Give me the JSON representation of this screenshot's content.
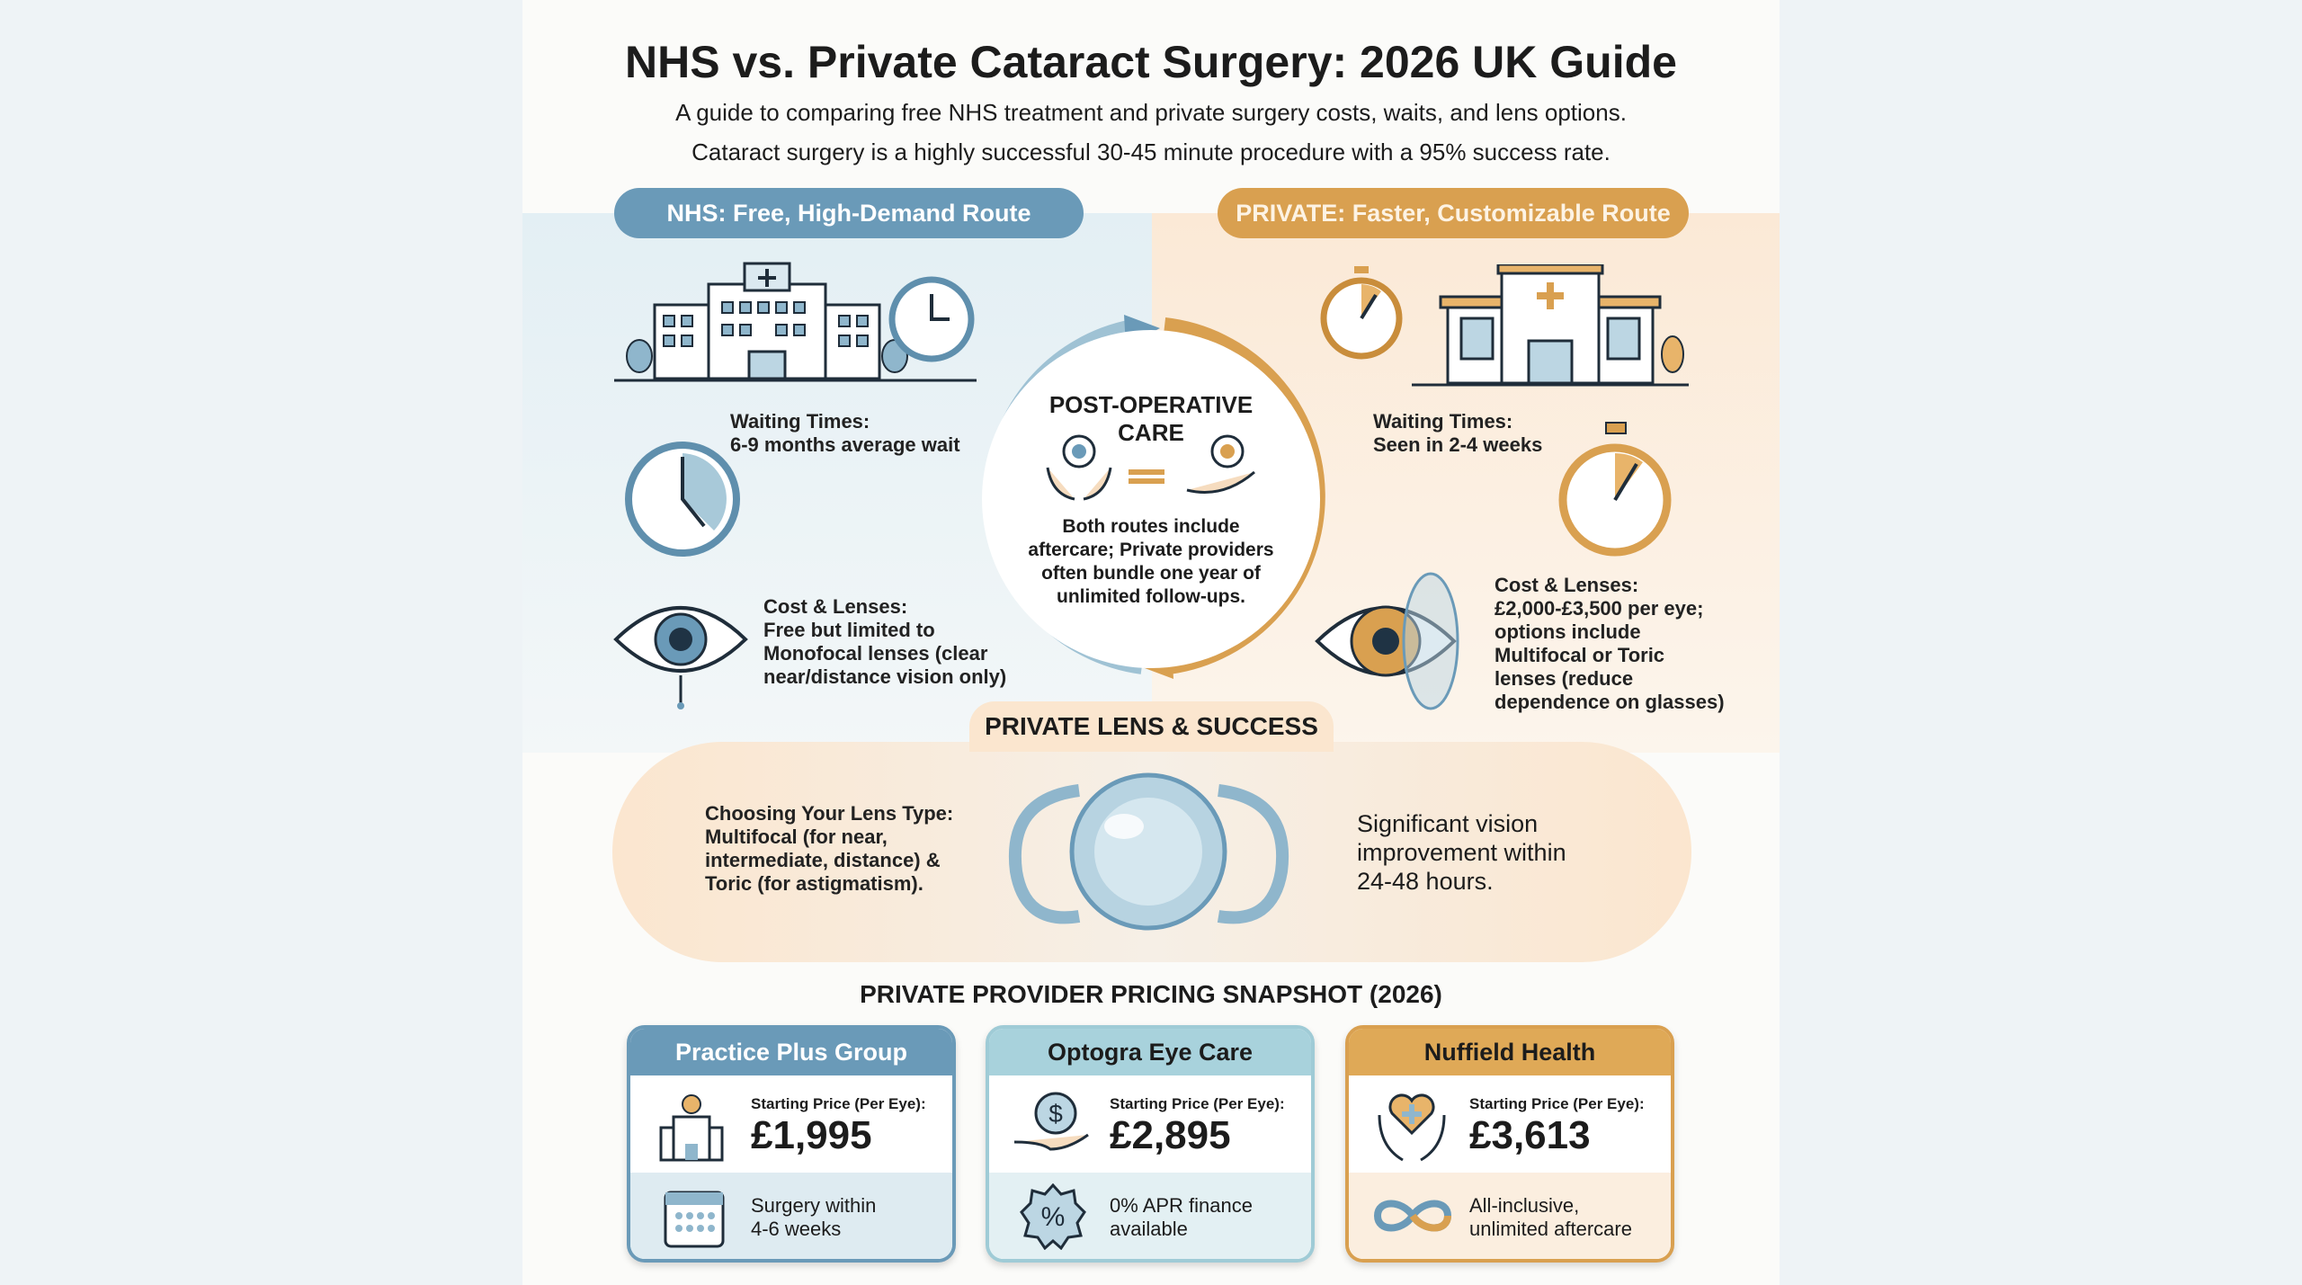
{
  "header": {
    "title": "NHS vs. Private Cataract Surgery: 2026 UK Guide",
    "subtitle": "A guide to comparing free NHS treatment and private surgery costs, waits, and lens options.",
    "tagline": "Cataract surgery is a highly successful 30-45 minute procedure with a 95% success rate."
  },
  "nhs": {
    "label": "NHS: Free, High-Demand Route",
    "wait_title": "Waiting Times:",
    "wait_text": "6-9 months average wait",
    "cost_title": "Cost & Lenses:",
    "cost_lines": [
      "Free but limited to",
      "Monofocal lenses (clear",
      "near/distance vision only)"
    ],
    "color": "#6a9ab8"
  },
  "private": {
    "label": "PRIVATE: Faster, Customizable Route",
    "wait_title": "Waiting Times:",
    "wait_text": "Seen in 2-4 weeks",
    "cost_title": "Cost & Lenses:",
    "cost_lines": [
      "£2,000-£3,500 per eye;",
      "options include",
      "Multifocal or Toric",
      "lenses (reduce",
      "dependence on glasses)"
    ],
    "color": "#d9a050"
  },
  "postop": {
    "title_lines": [
      "POST-OPERATIVE",
      "CARE"
    ],
    "text_lines": [
      "Both routes include",
      "aftercare; Private providers",
      "often bundle one year of",
      "unlimited follow-ups."
    ]
  },
  "lens": {
    "title": "PRIVATE LENS & SUCCESS",
    "left_lines": [
      "Choosing Your Lens Type:",
      "Multifocal (for near,",
      "intermediate, distance) &",
      "Toric (for astigmatism)."
    ],
    "right_lines": [
      "Significant vision",
      "improvement within",
      "24-48 hours."
    ]
  },
  "pricing": {
    "title": "PRIVATE PROVIDER PRICING SNAPSHOT (2026)",
    "cards": [
      {
        "name": "Practice Plus Group",
        "price_label": "Starting Price (Per Eye):",
        "price": "£1,995",
        "note_lines": [
          "Surgery within",
          "4-6 weeks"
        ],
        "icons": [
          "hospital-icon",
          "calendar-icon"
        ]
      },
      {
        "name": "Optogra Eye Care",
        "price_label": "Starting Price (Per Eye):",
        "price": "£2,895",
        "note_lines": [
          "0% APR finance",
          "available"
        ],
        "icons": [
          "money-hand-icon",
          "percent-badge-icon"
        ]
      },
      {
        "name": "Nuffield Health",
        "price_label": "Starting Price (Per Eye):",
        "price": "£3,613",
        "note_lines": [
          "All-inclusive,",
          "unlimited aftercare"
        ],
        "icons": [
          "heart-hands-icon",
          "infinity-icon"
        ]
      }
    ]
  }
}
